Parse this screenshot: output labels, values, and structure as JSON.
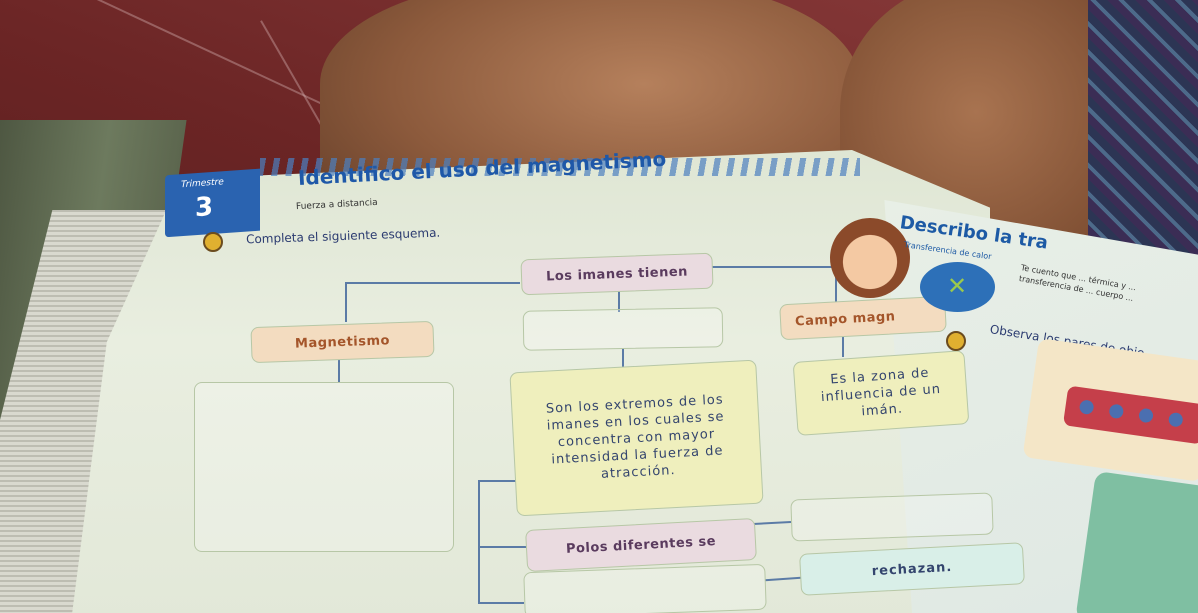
{
  "book": {
    "trimestre_label": "Trimestre",
    "trimestre_number": "3",
    "title": "Identifico el uso del magnetismo",
    "subtitle": "Fuerza a distancia",
    "instruction": "Completa el siguiente esquema.",
    "diagram": {
      "root": "Los imanes tienen",
      "left_node": "Magnetismo",
      "right_node": "Campo magn",
      "right_definition": "Es la zona de influencia de un imán.",
      "center_definition": "Son los extremos de los imanes en los cuales se concentra con mayor intensidad la fuerza de atracción.",
      "polos_prompt": "Polos diferentes se",
      "rechazan_answer": "rechazan."
    },
    "right_page": {
      "title": "Describo la tra",
      "subtitle": "Transferencia de calor",
      "side_text": "Te cuento que ... térmica y ... transferencia de ... cuerpo ...",
      "instruction": "Observa los pares de obje"
    }
  },
  "colors": {
    "title_blue": "#1e58a8",
    "tab_blue": "#2a63b0",
    "connector": "#5b7ba6",
    "pink_box": "#eadbe0",
    "orange_box": "#f3dcc0",
    "yellow_box": "#efefbd"
  }
}
